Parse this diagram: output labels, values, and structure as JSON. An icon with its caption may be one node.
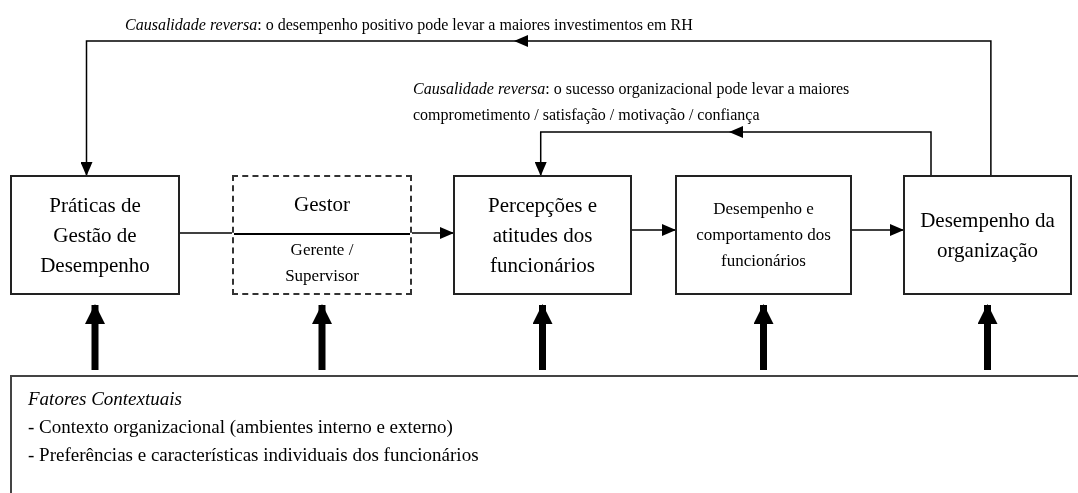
{
  "diagram": {
    "nodes": [
      {
        "text": [
          "Práticas de Gestão de Desempenho"
        ]
      },
      {
        "text": [
          "Gestor",
          "Gerente / Supervisor"
        ]
      },
      {
        "text": [
          "Percepções e atitudes dos funcionários"
        ]
      },
      {
        "text": [
          "Desempenho e comportamento dos funcionários"
        ]
      },
      {
        "text": [
          "Desempenho da organização"
        ]
      },
      {
        "text": [
          "Fatores Contextuais",
          "- Contexto organizacional (ambientes interno e externo)",
          "- Preferências e características individuais dos funcionários"
        ]
      }
    ],
    "edges": [
      {
        "from": 0,
        "to": 1,
        "arrow": "none"
      },
      {
        "from": 1,
        "to": 2,
        "arrow": "to"
      },
      {
        "from": 2,
        "to": 3,
        "arrow": "to"
      },
      {
        "from": 3,
        "to": 4,
        "arrow": "to"
      },
      {
        "from": 4,
        "to": 0,
        "arrow": "to",
        "label": "*Causalidade reversa*: o desempenho positivo pode levar a maiores investimentos em RH"
      },
      {
        "from": 4,
        "to": 2,
        "arrow": "to",
        "label": "*Causalidade reversa*: o sucesso organizacional pode levar a maiores comprometimento / satisfação / motivação / confiança"
      },
      {
        "from": 5,
        "to": 0,
        "arrow": "to",
        "style": "thick"
      },
      {
        "from": 5,
        "to": 1,
        "arrow": "to",
        "style": "thick"
      },
      {
        "from": 5,
        "to": 2,
        "arrow": "to",
        "style": "thick"
      },
      {
        "from": 5,
        "to": 3,
        "arrow": "to",
        "style": "thick"
      },
      {
        "from": 5,
        "to": 4,
        "arrow": "to",
        "style": "thick"
      }
    ]
  }
}
